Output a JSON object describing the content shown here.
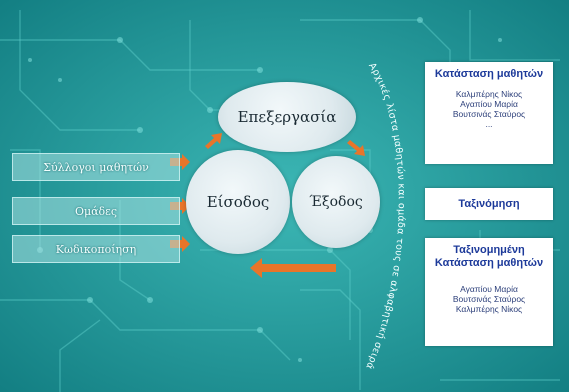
{
  "inputs": [
    {
      "label": "Σύλλογοι μαθητών"
    },
    {
      "label": "Ομάδες"
    },
    {
      "label": "Κωδικοποίηση"
    }
  ],
  "process": {
    "processing_label": "Επεξεργασία",
    "input_label": "Είσοδος",
    "output_label": "Έξοδος"
  },
  "arc_text": "Αρχικές λίστα μαθητών και ομάδα τους σε αλφαβητική σειρά",
  "outputs": {
    "status_title": "Κατάσταση μαθητών",
    "status_items": [
      "Καλμπέρης Νίκος",
      "Αγαπίου Μαρία",
      "Βουτσινάς Σταύρος",
      "..."
    ],
    "sorting_title": "Ταξινόμηση",
    "sorted_title_line1": "Ταξινομημένη",
    "sorted_title_line2": "Κατάσταση μαθητών",
    "sorted_items": [
      "Αγαπίου Μαρία",
      "Βουτσινάς Σταύρος",
      "Καλμπέρης Νίκος"
    ]
  },
  "colors": {
    "background": "#1f9a9c",
    "arrow": "#e8752a",
    "title_blue": "#1d3a9a"
  }
}
